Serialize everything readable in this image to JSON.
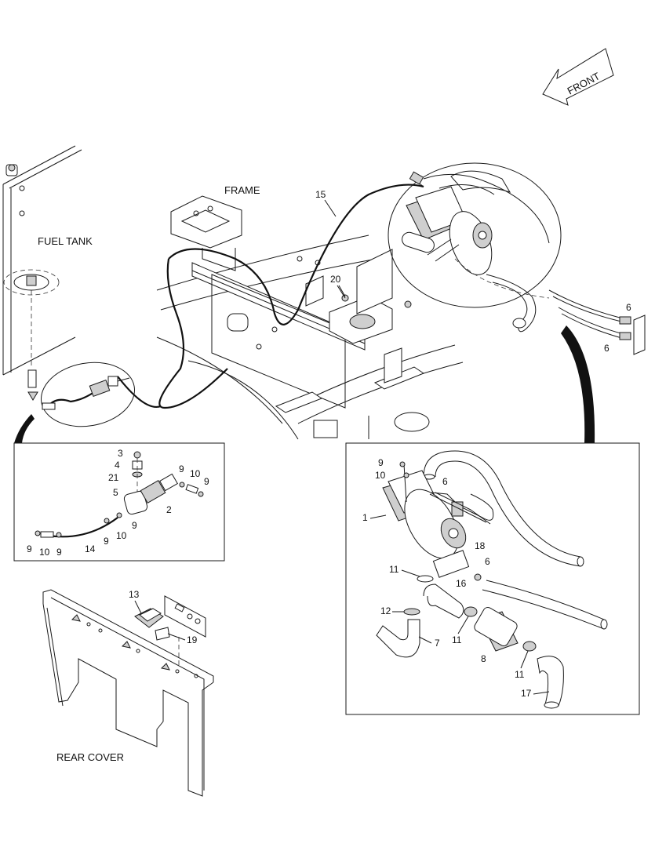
{
  "labels": {
    "front": "FRONT",
    "frame": "FRAME",
    "fuel_tank": "FUEL TANK",
    "rear_cover": "REAR COVER"
  },
  "callouts": {
    "c15": "15",
    "c20": "20",
    "c6a": "6",
    "c6b": "6",
    "l3": "3",
    "l4": "4",
    "l21": "21",
    "l5": "5",
    "l2": "2",
    "l9a": "9",
    "l10a": "10",
    "l9b": "9",
    "l9c": "9",
    "l10b": "10",
    "l9d": "9",
    "l9e": "9",
    "l10c": "10",
    "l9f": "9",
    "l14": "14",
    "r9": "9",
    "r10": "10",
    "r6a": "6",
    "r1": "1",
    "r18": "18",
    "r11a": "11",
    "r6b": "6",
    "r16": "16",
    "r12": "12",
    "r7": "7",
    "r11b": "11",
    "r8": "8",
    "r11c": "11",
    "r17": "17",
    "b13": "13",
    "b19": "19"
  }
}
